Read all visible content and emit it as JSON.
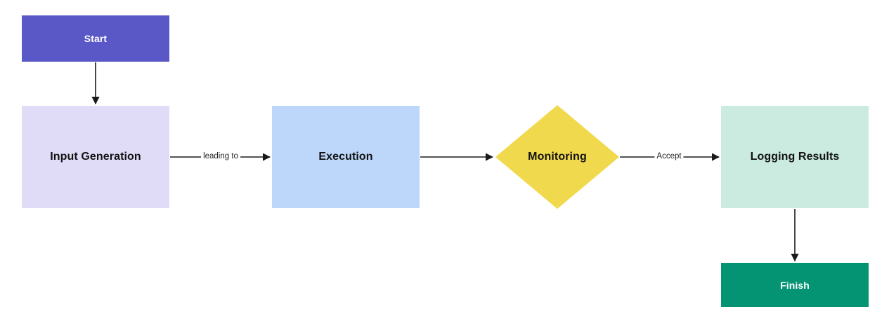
{
  "diagram": {
    "type": "flowchart",
    "direction": "left-to-right",
    "arrow_color": "#1a1a1a",
    "background_color": "#ffffff",
    "nodes": {
      "start": {
        "label": "Start",
        "shape": "rectangle",
        "role": "start-terminal",
        "fill": "#5a58c6",
        "text_color": "#ffffff"
      },
      "input_generation": {
        "label": "Input Generation",
        "shape": "rectangle",
        "role": "process",
        "fill": "#e0dcf8",
        "text_color": "#121212"
      },
      "execution": {
        "label": "Execution",
        "shape": "rectangle",
        "role": "process",
        "fill": "#bcd7fa",
        "text_color": "#121212"
      },
      "monitoring": {
        "label": "Monitoring",
        "shape": "diamond",
        "role": "decision",
        "fill": "#f1d94e",
        "text_color": "#121212"
      },
      "logging_results": {
        "label": "Logging Results",
        "shape": "rectangle",
        "role": "process",
        "fill": "#cbebe0",
        "text_color": "#121212"
      },
      "finish": {
        "label": "Finish",
        "shape": "rectangle",
        "role": "end-terminal",
        "fill": "#049473",
        "text_color": "#ffffff"
      }
    },
    "edges": {
      "start_to_input_generation": {
        "from": "Start",
        "to": "Input Generation",
        "label": ""
      },
      "input_generation_to_execution": {
        "from": "Input Generation",
        "to": "Execution",
        "label": "leading to"
      },
      "execution_to_monitoring": {
        "from": "Execution",
        "to": "Monitoring",
        "label": ""
      },
      "monitoring_to_logging_results": {
        "from": "Monitoring",
        "to": "Logging Results",
        "label": "Accept"
      },
      "logging_results_to_finish": {
        "from": "Logging Results",
        "to": "Finish",
        "label": ""
      }
    }
  }
}
